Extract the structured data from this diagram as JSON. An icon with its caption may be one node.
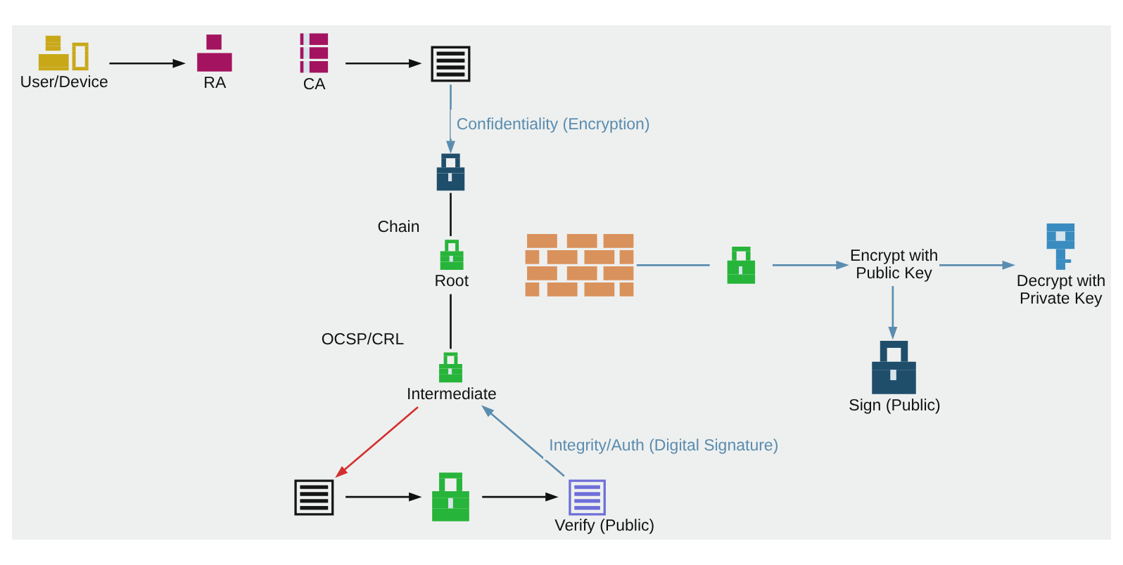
{
  "diagram": {
    "nodes": [
      {
        "text": [
          "User/Device"
        ]
      },
      {
        "text": [
          "RA"
        ]
      },
      {
        "text": [
          "CA"
        ]
      },
      {
        "text": [],
        "shape": "picture"
      },
      {
        "text": [],
        "shape": "picture"
      },
      {
        "text": [
          "Root"
        ],
        "beside": [
          "Chain"
        ]
      },
      {
        "text": [],
        "shape": "picture"
      },
      {
        "text": [],
        "shape": "picture"
      },
      {
        "text": [
          "Encrypt with Public Key"
        ]
      },
      {
        "text": [
          "Decrypt with Private Key"
        ]
      },
      {
        "text": [
          "Intermediate"
        ],
        "beside": [
          "OCSP/CRL"
        ]
      },
      {
        "text": [
          "Sign (Public)"
        ]
      },
      {
        "text": [],
        "shape": "picture"
      },
      {
        "text": [],
        "shape": "picture"
      },
      {
        "text": [],
        "shape": "picture",
        "beside": [
          "Verify (Public)"
        ]
      }
    ],
    "edges": [
      {
        "from": 0,
        "to": 1,
        "arrow": "to"
      },
      {
        "from": 2,
        "to": 3,
        "arrow": "to"
      },
      {
        "from": 3,
        "to": 4,
        "arrow": "to",
        "label": "Confidentiality (Encryption)",
        "color": "#5b8db0"
      },
      {
        "from": 4,
        "to": 5,
        "arrow": "none"
      },
      {
        "from": 5,
        "to": 10,
        "arrow": "none"
      },
      {
        "from": 10,
        "to": 12,
        "arrow": "to",
        "color": "#d32f2f"
      },
      {
        "from": 6,
        "to": 7,
        "arrow": "none",
        "color": "#5b8db0"
      },
      {
        "from": 7,
        "to": 8,
        "arrow": "to",
        "color": "#5b8db0"
      },
      {
        "from": 8,
        "to": 9,
        "arrow": "to",
        "color": "#5b8db0"
      },
      {
        "from": 8,
        "to": 11,
        "arrow": "to",
        "color": "#5b8db0"
      },
      {
        "from": 12,
        "to": 13,
        "arrow": "to"
      },
      {
        "from": 13,
        "to": 14,
        "arrow": "to"
      },
      {
        "from": 14,
        "to": 10,
        "arrow": "to",
        "label": "Integrity/Auth (Digital Signature)",
        "color": "#5b8db0"
      }
    ]
  }
}
